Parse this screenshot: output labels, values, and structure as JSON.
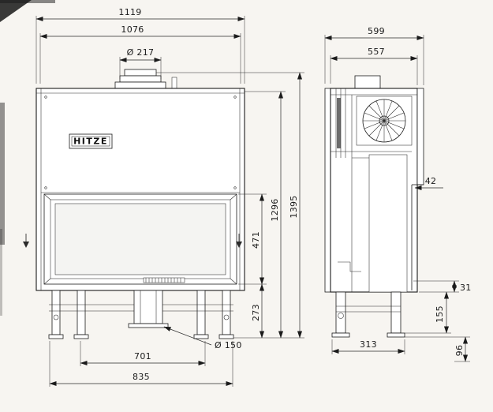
{
  "meta": {
    "brand": "HITZE",
    "drawing_type": "fireplace insert technical drawing"
  },
  "front_view": {
    "name": "front view",
    "dims": {
      "overall_width": "1119",
      "inner_width": "1076",
      "flue_diameter": "Ø 217",
      "overall_height": "1395",
      "body_height": "1296",
      "glass_height": "471",
      "base_height": "273",
      "inner_leg_span": "701",
      "outer_leg_span": "835",
      "outlet_diameter": "Ø 150"
    }
  },
  "side_view": {
    "name": "side view",
    "dims": {
      "overall_depth": "599",
      "body_depth": "557",
      "door_step": "42",
      "bottom_offset": "31",
      "leg_height": "155",
      "foot_height": "96",
      "foot_span_depth": "313"
    }
  }
}
